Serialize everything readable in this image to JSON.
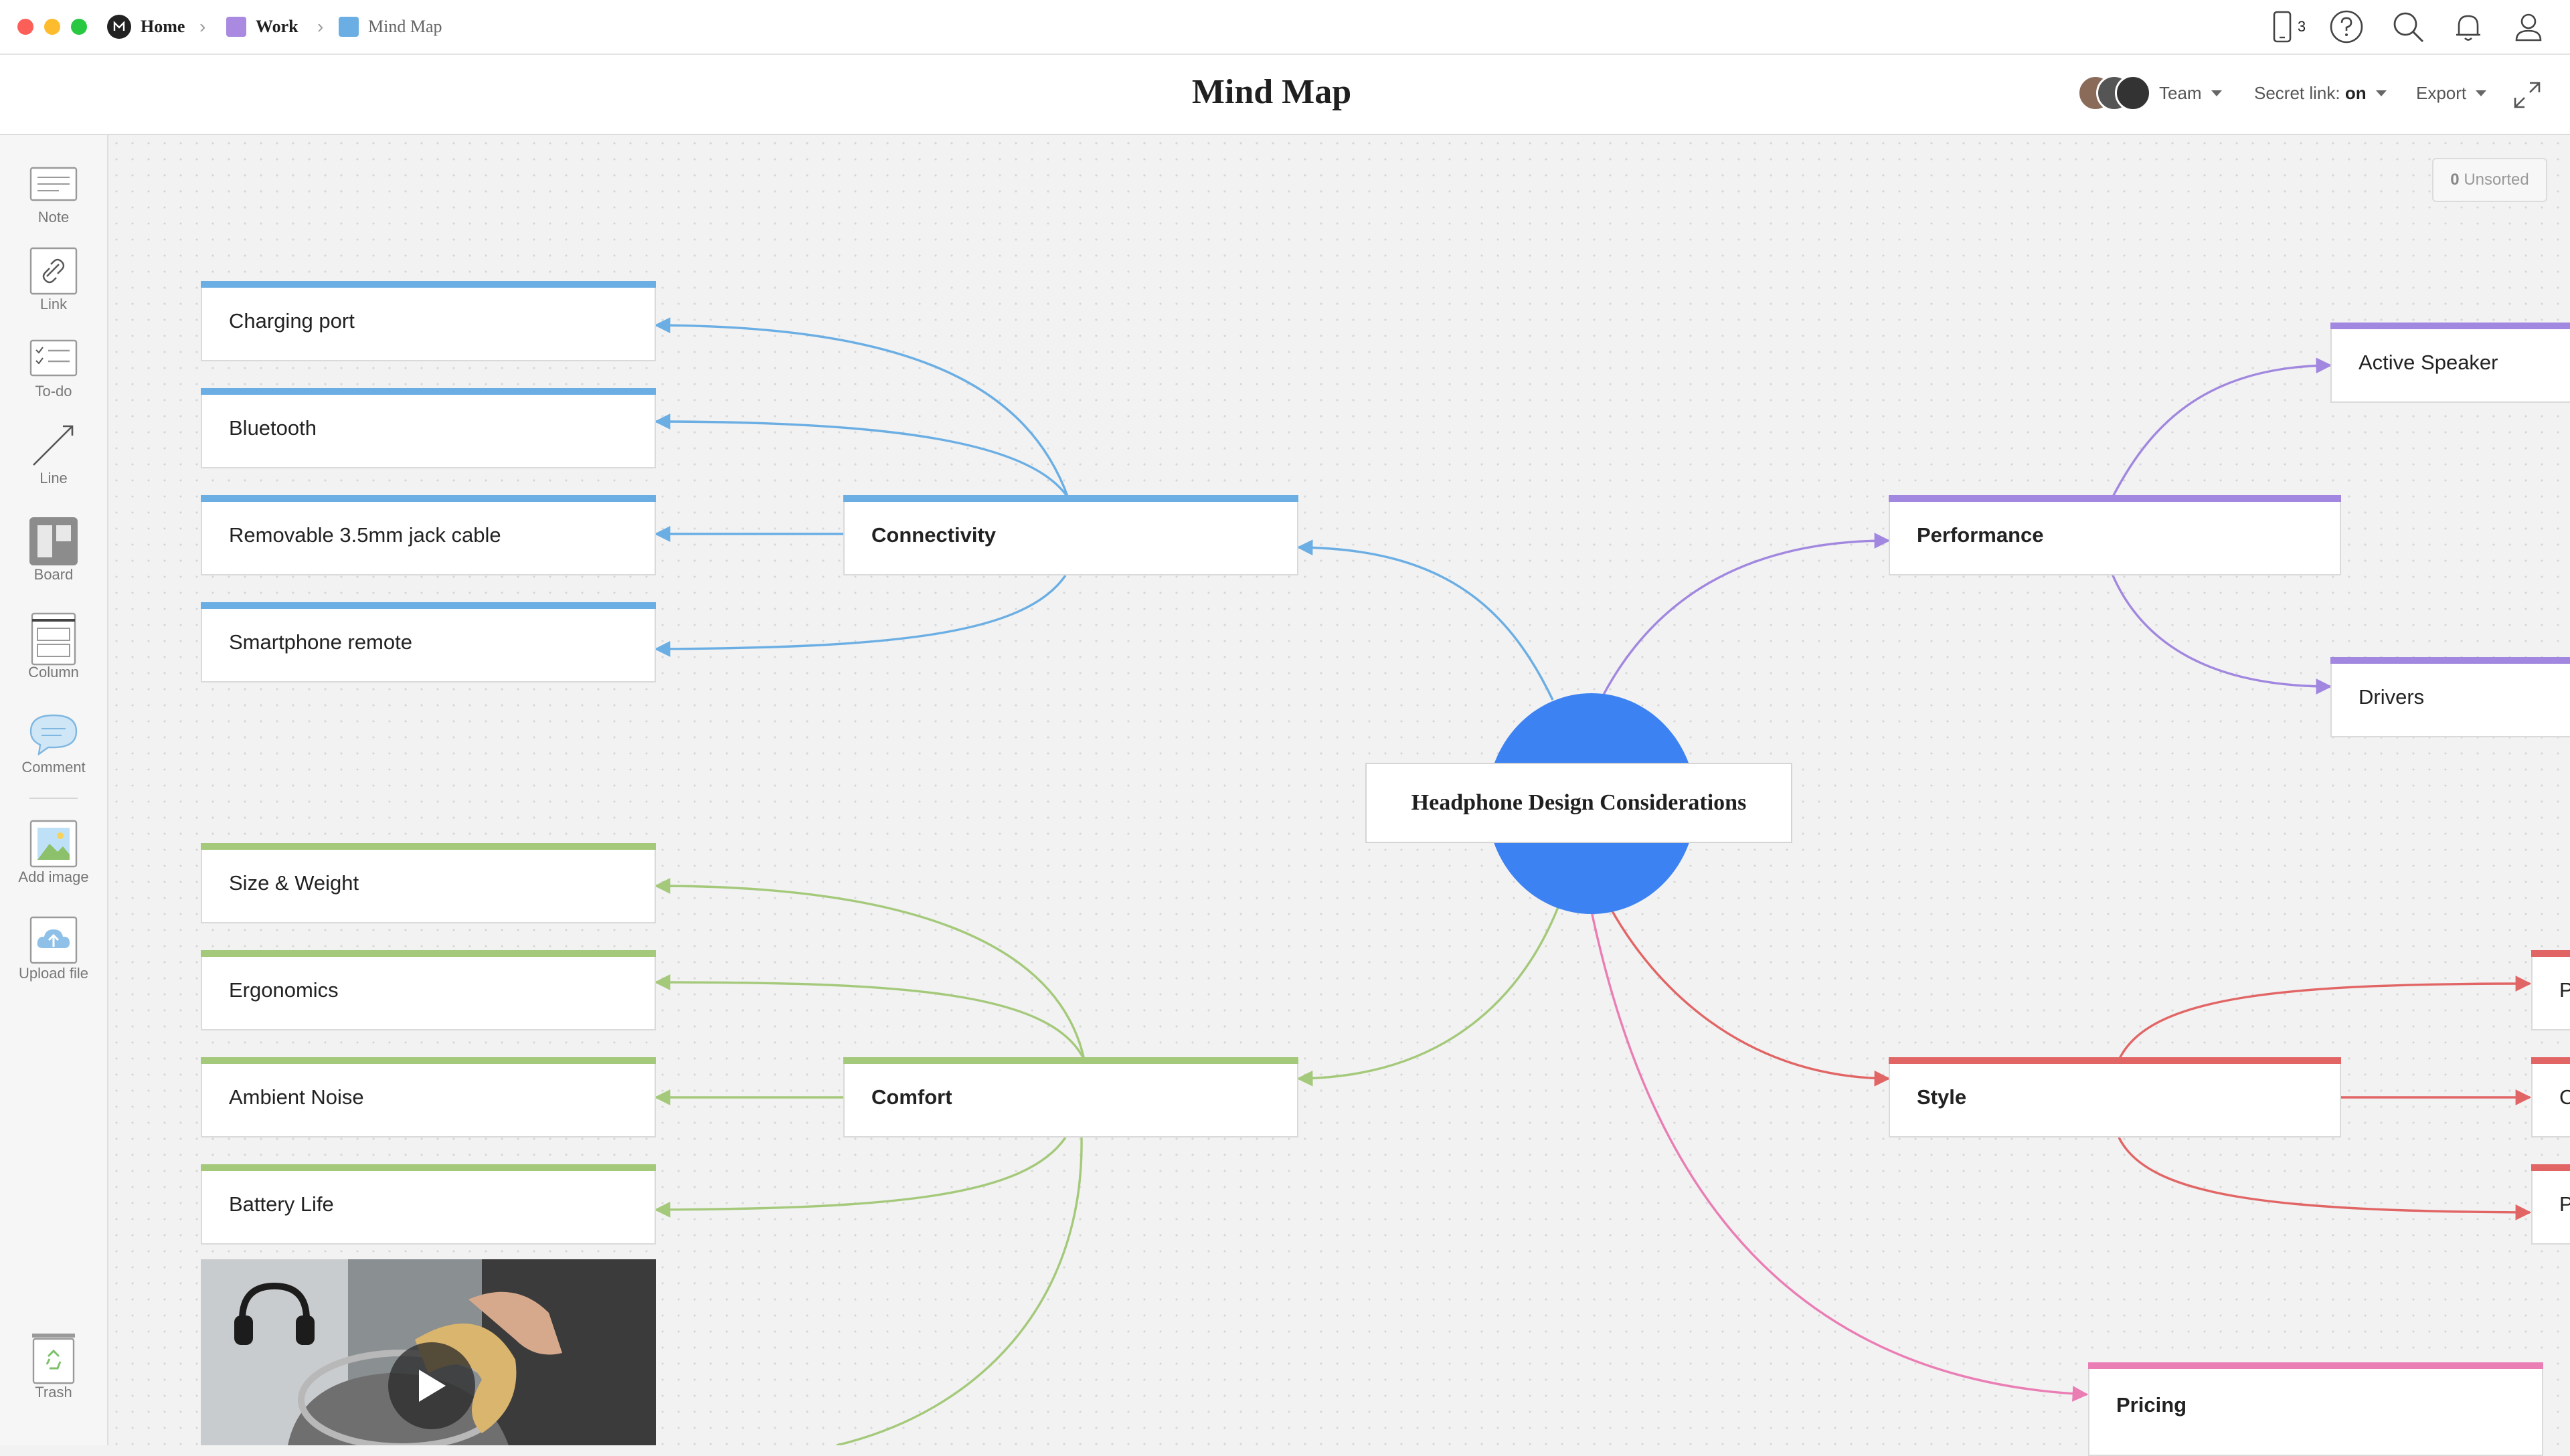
{
  "breadcrumbs": {
    "home": "Home",
    "work": "Work",
    "current": "Mind Map"
  },
  "top_icons": {
    "devices_count": "3"
  },
  "title_bar": {
    "title": "Mind Map",
    "team_label": "Team",
    "secret_link_label": "Secret link:",
    "secret_link_value": "on",
    "export_label": "Export"
  },
  "toolbar": {
    "note": "Note",
    "link": "Link",
    "todo": "To-do",
    "line": "Line",
    "board": "Board",
    "column": "Column",
    "comment": "Comment",
    "add_image": "Add image",
    "upload_file": "Upload file",
    "trash": "Trash"
  },
  "unsorted": {
    "count": "0",
    "label": "Unsorted"
  },
  "colors": {
    "connectivity": "#6aaee4",
    "comfort": "#a4c97a",
    "performance": "#a187df",
    "style": "#e26565",
    "pricing": "#ea7db4",
    "center": "#3c82f2"
  },
  "mindmap": {
    "center": "Headphone Design Considerations",
    "connectivity": {
      "label": "Connectivity",
      "children": [
        "Charging port",
        "Bluetooth",
        "Removable 3.5mm jack cable",
        "Smartphone remote"
      ]
    },
    "comfort": {
      "label": "Comfort",
      "children": [
        "Size & Weight",
        "Ergonomics",
        "Ambient Noise",
        "Battery Life"
      ]
    },
    "performance": {
      "label": "Performance",
      "children": [
        "Active Speaker",
        "Drivers"
      ]
    },
    "style": {
      "label": "Style",
      "children": [
        "P",
        "C",
        "P"
      ]
    },
    "pricing": {
      "label": "Pricing"
    }
  }
}
